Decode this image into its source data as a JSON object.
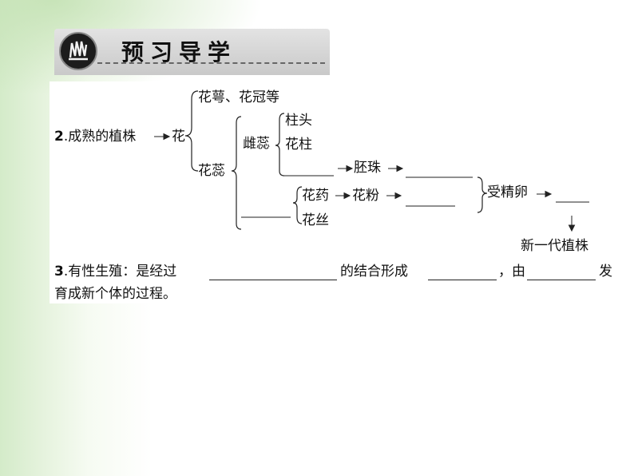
{
  "header": {
    "title": "预习导学"
  },
  "item2": {
    "num": "2",
    "prefix": ".成熟的植株",
    "flower": "花",
    "sepal_petal": "花萼、花冠等",
    "stamen_pistil": "花蕊",
    "pistil": "雌蕊",
    "stigma": "柱头",
    "style": "花柱",
    "ovule": "胚珠",
    "anther": "花药",
    "pollen": "花粉",
    "filament": "花丝",
    "fertilized_egg": "受精卵",
    "new_plant": "新一代植株"
  },
  "item3": {
    "num": "3",
    "line1_a": ".有性生殖：是经过",
    "line1_b": "的结合形成",
    "line1_c": "，由",
    "line1_d": "发",
    "line2": "育成新个体的过程。"
  }
}
